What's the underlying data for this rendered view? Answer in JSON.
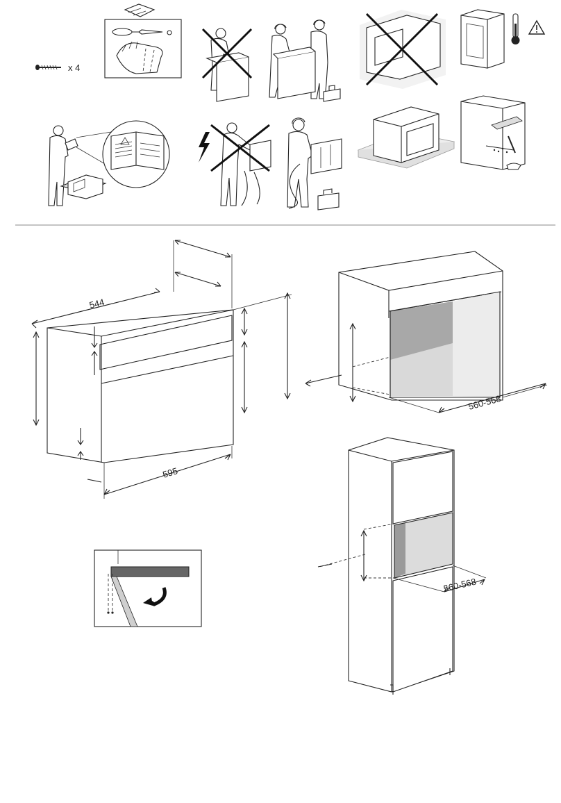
{
  "page": {
    "quantity_label": "x 4",
    "divider_color": "#888888"
  },
  "dimensions": {
    "depth_label": "544",
    "width_label": "595",
    "cavity_width_top": "560-568",
    "cavity_width_column": "560-568"
  },
  "icons": {
    "screw": "screw-icon",
    "tools": "tools-icon",
    "gloves": "gloves-icon",
    "thermometer": "thermometer-icon",
    "warning": "warning-icon",
    "electric_hazard": "lightning-icon"
  }
}
